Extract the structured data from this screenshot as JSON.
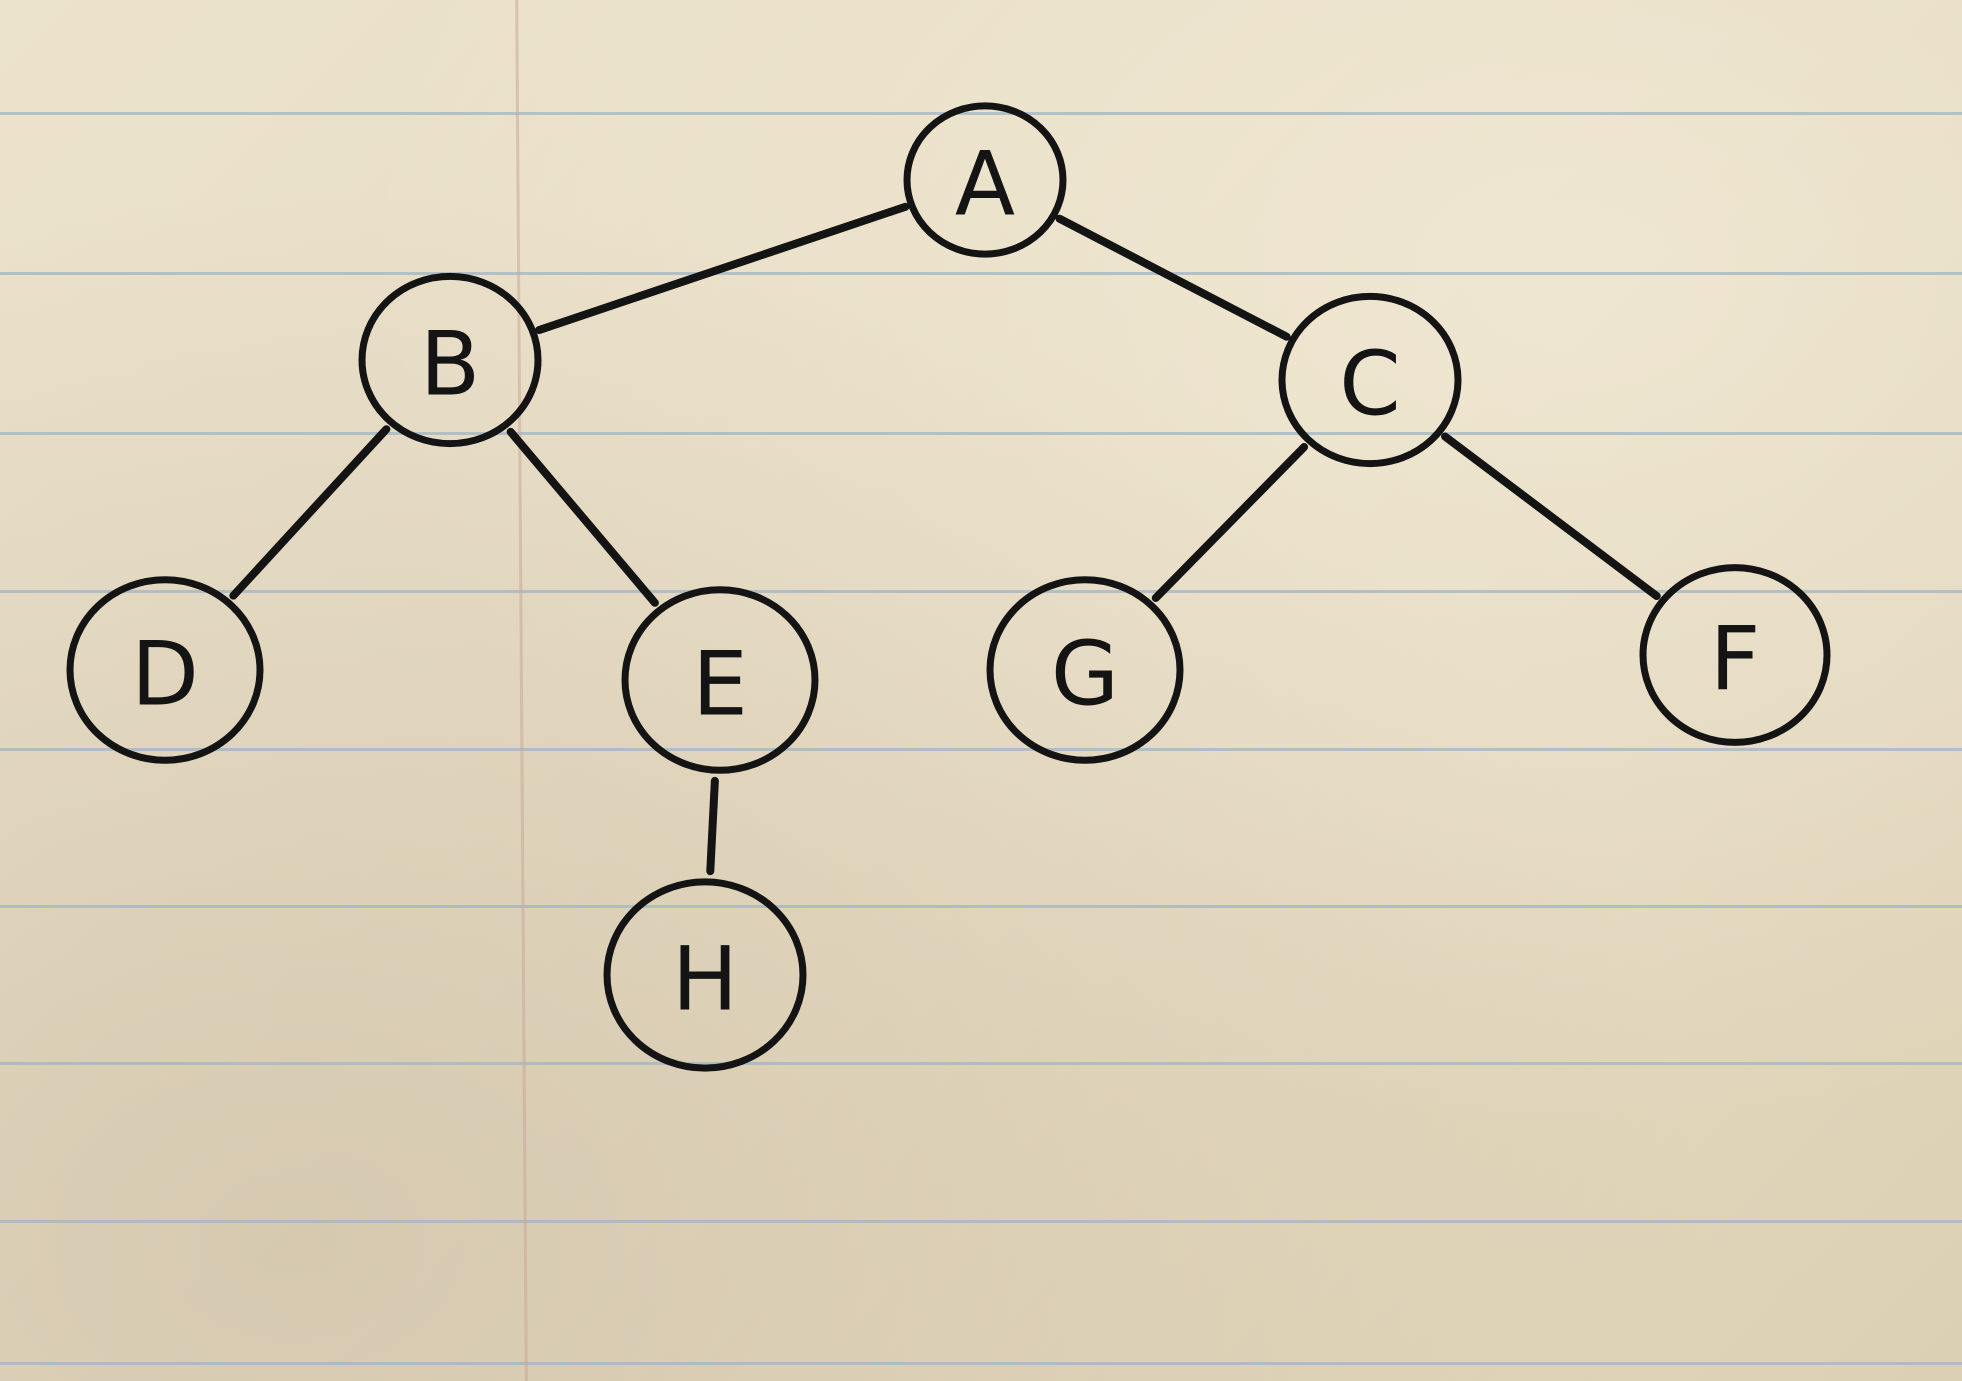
{
  "diagram": {
    "type": "binary-tree",
    "nodes": [
      {
        "id": "A",
        "label": "A"
      },
      {
        "id": "B",
        "label": "B"
      },
      {
        "id": "C",
        "label": "C"
      },
      {
        "id": "D",
        "label": "D"
      },
      {
        "id": "E",
        "label": "E"
      },
      {
        "id": "G",
        "label": "G"
      },
      {
        "id": "F",
        "label": "F"
      },
      {
        "id": "H",
        "label": "H"
      }
    ],
    "edges": [
      {
        "from": "A",
        "to": "B"
      },
      {
        "from": "A",
        "to": "C"
      },
      {
        "from": "B",
        "to": "D"
      },
      {
        "from": "B",
        "to": "E"
      },
      {
        "from": "C",
        "to": "G"
      },
      {
        "from": "C",
        "to": "F"
      },
      {
        "from": "E",
        "to": "H"
      }
    ]
  },
  "colors": {
    "ink": "#141414",
    "paper": "#e8ddc6",
    "rule_line": "#9fb6c4",
    "margin_line": "#c9a79a"
  }
}
